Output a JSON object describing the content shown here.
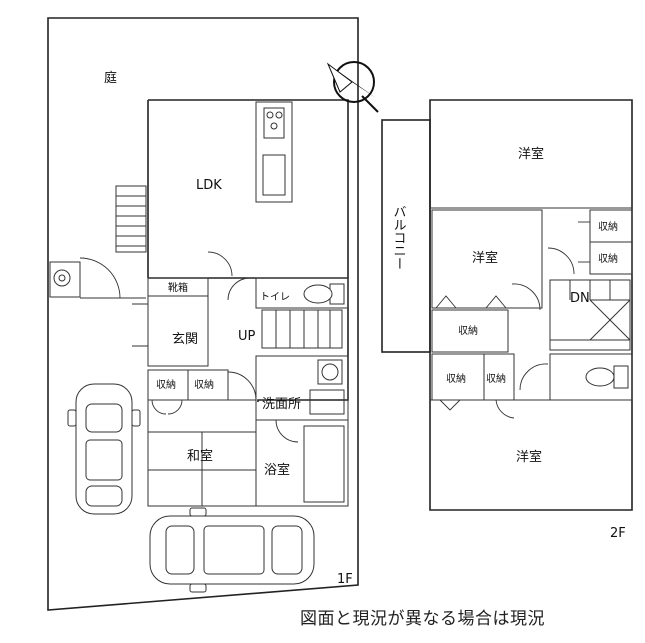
{
  "floor1": {
    "level": "1F",
    "rooms": {
      "garden": "庭",
      "ldk": "LDK",
      "shoe_cabinet": "靴箱",
      "toilet": "トイレ",
      "entrance": "玄関",
      "stairs_up": "UP",
      "storage_left": "収納",
      "storage_right": "収納",
      "washroom": "洗面所",
      "japanese_room": "和室",
      "bathroom": "浴室"
    }
  },
  "floor2": {
    "level": "2F",
    "rooms": {
      "western_top": "洋室",
      "balcony": "バルコニー",
      "western_middle": "洋室",
      "storage_a": "収納",
      "storage_b": "収納",
      "stairs_down": "DN",
      "storage_c": "収納",
      "storage_d": "収納",
      "storage_e": "収納",
      "western_bottom": "洋室"
    }
  },
  "footnote": "図面と現況が異なる場合は現況"
}
